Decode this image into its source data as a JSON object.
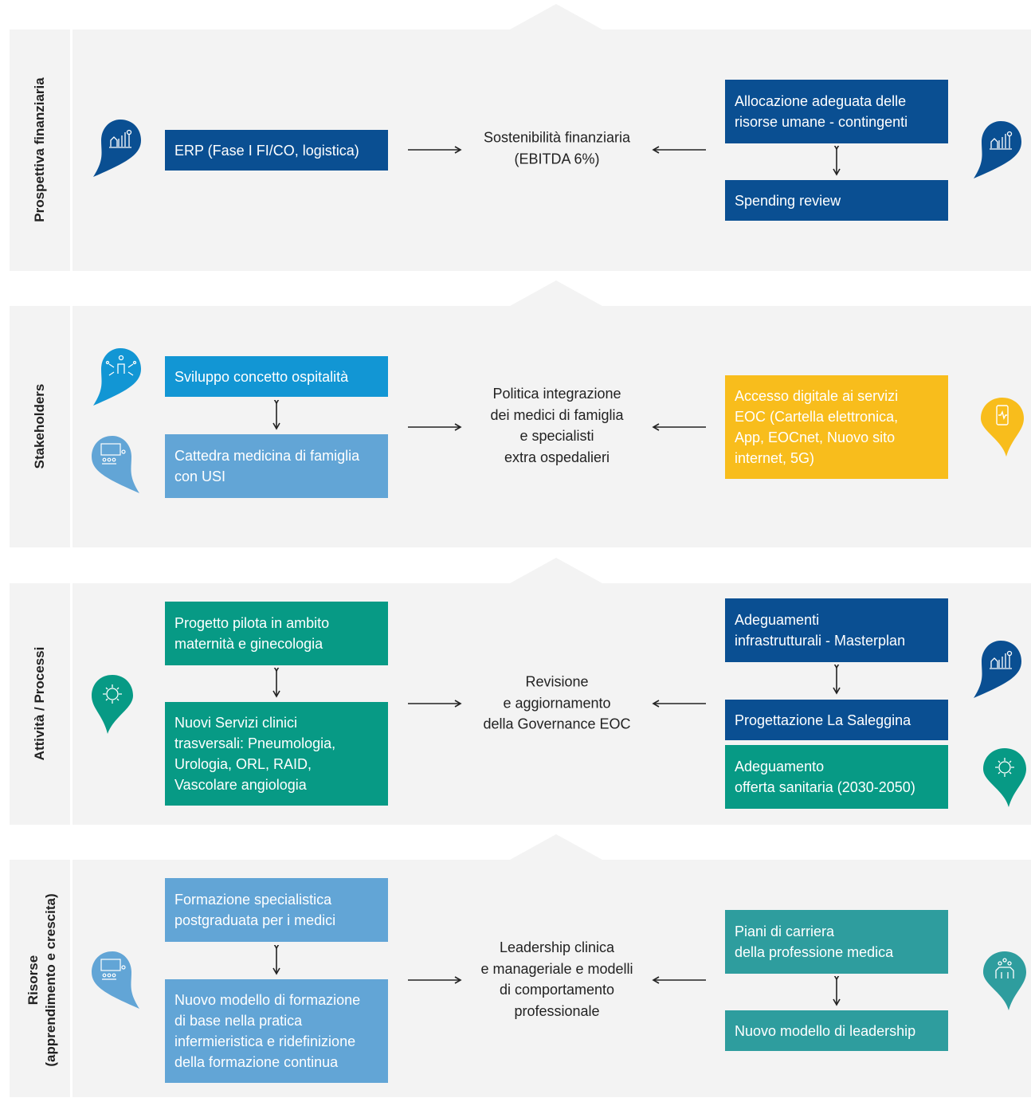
{
  "colors": {
    "band_bg": "#f3f3f3",
    "navy": "#0a4f92",
    "blue": "#1296d4",
    "light_blue": "#62a5d6",
    "green": "#079a85",
    "teal": "#2e9d9e",
    "yellow": "#f8bd1c"
  },
  "rows": [
    {
      "label": "Prospettiva finanziaria",
      "left_boxes": [
        "ERP (Fase I FI/CO, logistica)"
      ],
      "center": "Sostenibilità finanziaria\n(EBITDA 6%)",
      "right_boxes": [
        "Allocazione adeguata delle\nrisorse umane - contingenti",
        "Spending review"
      ],
      "icons": [
        "finance-chart-pin-icon",
        "finance-chart-pin-icon"
      ]
    },
    {
      "label": "Stakeholders",
      "left_boxes": [
        "Sviluppo concetto ospitalità",
        "Cattedra medicina di famiglia\ncon USI"
      ],
      "center": "Politica integrazione\ndei medici di famiglia\ne specialisti\nextra ospedalieri",
      "right_boxes": [
        "Accesso digitale ai servizi\nEOC (Cartella elettronica,\nApp, EOCnet, Nuovo sito\ninternet, 5G)"
      ],
      "icons": [
        "stakeholder-network-pin-icon",
        "classroom-pin-icon",
        "smartphone-pin-icon"
      ]
    },
    {
      "label": "Attività / Processi",
      "left_boxes": [
        "Progetto pilota in ambito\nmaternità e ginecologia",
        "Nuovi Servizi clinici\ntrasversali: Pneumologia,\nUrologia, ORL, RAID,\nVascolare angiologia"
      ],
      "center": "Revisione\ne aggiornamento\ndella Governance EOC",
      "right_boxes": [
        "Adeguamenti\ninfrastrutturali - Masterplan",
        "Progettazione La Saleggina",
        "Adeguamento\nofferta sanitaria (2030-2050)"
      ],
      "icons": [
        "process-gear-pin-icon",
        "finance-chart-pin-icon",
        "process-gear-pin-icon"
      ]
    },
    {
      "label": "Risorse\n(apprendimento e crescita)",
      "left_boxes": [
        "Formazione specialistica\npostgraduata per i medici",
        "Nuovo modello di formazione\ndi base nella pratica\ninfermieristica e ridefinizione\ndella formazione continua"
      ],
      "center": "Leadership clinica\ne manageriale e modelli\ndi comportamento\nprofessionale",
      "right_boxes": [
        "Piani di carriera\ndella professione medica",
        "Nuovo modello di leadership"
      ],
      "icons": [
        "classroom-pin-icon",
        "team-people-pin-icon"
      ]
    }
  ]
}
